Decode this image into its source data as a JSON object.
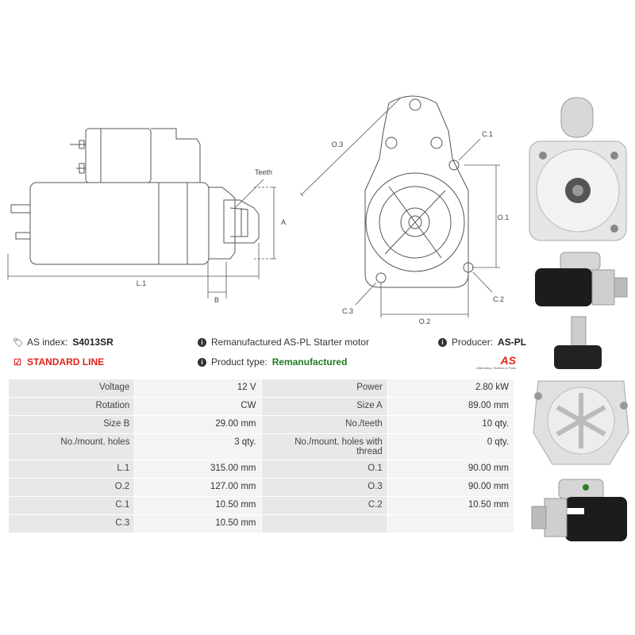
{
  "drawing_labels": {
    "teeth": "Teeth",
    "a": "A",
    "b": "B",
    "l1": "L.1",
    "o3": "O.3",
    "c1": "C.1",
    "o1": "O.1",
    "c3": "C.3",
    "c2": "C.2",
    "o2": "O.2"
  },
  "info": {
    "as_index_label": "AS index:",
    "as_index_value": "S4013SR",
    "description": "Remanufactured AS-PL Starter motor",
    "producer_label": "Producer:",
    "producer_value": "AS-PL",
    "line": "STANDARD LINE",
    "product_type_label": "Product type:",
    "product_type_value": "Remanufactured",
    "logo_text": "AS",
    "logo_sub": "Alternators, Starters & Parts"
  },
  "specs": [
    {
      "k1": "Voltage",
      "v1": "12 V",
      "k2": "Power",
      "v2": "2.80 kW"
    },
    {
      "k1": "Rotation",
      "v1": "CW",
      "k2": "Size A",
      "v2": "89.00 mm"
    },
    {
      "k1": "Size B",
      "v1": "29.00 mm",
      "k2": "No./teeth",
      "v2": "10 qty."
    },
    {
      "k1": "No./mount. holes",
      "v1": "3 qty.",
      "k2": "No./mount. holes with thread",
      "v2": "0 qty."
    },
    {
      "k1": "L.1",
      "v1": "315.00 mm",
      "k2": "O.1",
      "v2": "90.00 mm"
    },
    {
      "k1": "O.2",
      "v1": "127.00 mm",
      "k2": "O.3",
      "v2": "90.00 mm"
    },
    {
      "k1": "C.1",
      "v1": "10.50 mm",
      "k2": "C.2",
      "v2": "10.50 mm"
    },
    {
      "k1": "C.3",
      "v1": "10.50 mm",
      "k2": "",
      "v2": ""
    }
  ],
  "colors": {
    "accent_red": "#e2231a",
    "green": "#1f7a1f",
    "line": "#555555"
  }
}
